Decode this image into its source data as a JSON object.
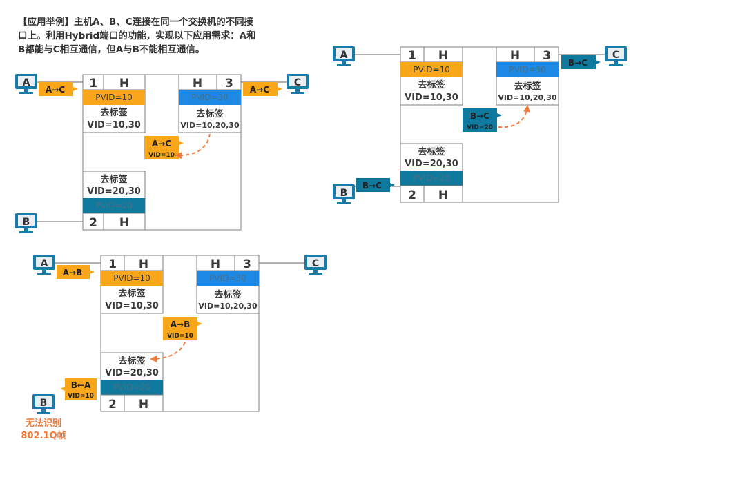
{
  "intro": [
    "【应用举例】主机A、B、C连接在同一个交换机的不同接",
    "口上。利用Hybrid端口的功能，实现以下应用需求：A和",
    "B都能与C相互通信，但A与B不能相互通信。"
  ],
  "hosts": {
    "a": "A",
    "b": "B",
    "c": "C"
  },
  "ports": {
    "p1": {
      "num": "1",
      "type": "H",
      "pvid": "PVID=10",
      "rule": "去标签",
      "vid": "VID=10,30"
    },
    "p2": {
      "num": "2",
      "type": "H",
      "pvid": "PVID=20",
      "rule": "去标签",
      "vid": "VID=20,30"
    },
    "p3": {
      "num": "3",
      "type": "H",
      "pvid": "PVID=30",
      "rule": "去标签",
      "vid": "VID=10,20,30"
    }
  },
  "frames": {
    "a_to_c": "A→C",
    "b_to_c": "B→C",
    "a_to_b": "A→B",
    "b_from_a": "B←A",
    "vid10": "VID=10",
    "vid20": "VID=20"
  },
  "note": [
    "无法识别",
    "802.1Q帧"
  ],
  "colors": {
    "orange": "#f9a61a",
    "blue": "#1e88e5",
    "teal": "#0f7a9e",
    "dashed_arrow": "#f07a3c",
    "monitor": "#1a7aa8",
    "border": "#7f7f7f"
  }
}
